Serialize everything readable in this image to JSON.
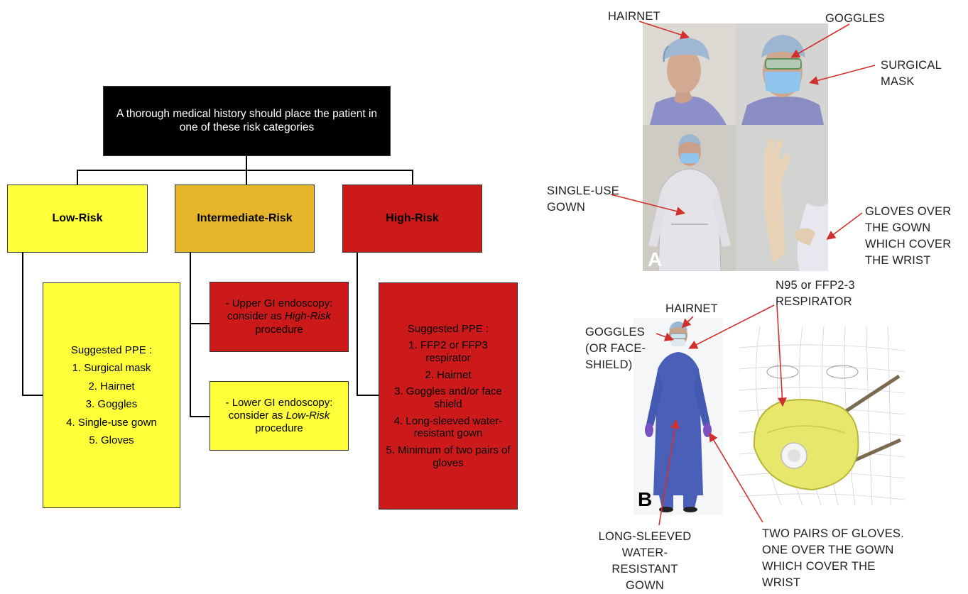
{
  "flowchart": {
    "intro": "A thorough medical history should place the patient in one of these risk categories",
    "categories": {
      "low": "Low-Risk",
      "intermediate": "Intermediate-Risk",
      "high": "High-Risk"
    },
    "low_ppe": {
      "heading": "Suggested PPE :",
      "items": [
        "1. Surgical mask",
        "2. Hairnet",
        "3. Goggles",
        "4. Single-use gown",
        "5. Gloves"
      ]
    },
    "intermediate_upper": {
      "pre": "- Upper GI  endoscopy: consider as ",
      "em": "High-Risk",
      "post": " procedure"
    },
    "intermediate_lower": {
      "pre": "- Lower GI  endoscopy: consider as ",
      "em": "Low-Risk",
      "post": " procedure"
    },
    "high_ppe": {
      "heading": "Suggested PPE :",
      "items": [
        "1. FFP2 or FFP3 respirator",
        "2. Hairnet",
        "3. Goggles and/or face shield",
        "4. Long-sleeved water-resistant gown",
        "5. Minimum of two pairs of gloves"
      ]
    }
  },
  "panel_a": {
    "letter": "A",
    "labels": {
      "hairnet": "HAIRNET",
      "goggles": "GOGGLES",
      "surgical_mask": "SURGICAL MASK",
      "gown": "SINGLE-USE GOWN",
      "gloves": "GLOVES OVER THE GOWN WHICH COVER THE WRIST"
    }
  },
  "panel_b": {
    "letter": "B",
    "labels": {
      "respirator": "N95 or FFP2-3 RESPIRATOR",
      "hairnet": "HAIRNET",
      "goggles": "GOGGLES (OR FACE-SHIELD)",
      "gown": "LONG-SLEEVED WATER-RESISTANT GOWN",
      "gloves": "TWO PAIRS OF GLOVES. ONE OVER THE GOWN WHICH COVER THE WRIST"
    }
  },
  "colors": {
    "yellow": "#ffff3a",
    "amber": "#e6b52a",
    "red": "#cc1a1a",
    "arrow": "#d0312d"
  }
}
